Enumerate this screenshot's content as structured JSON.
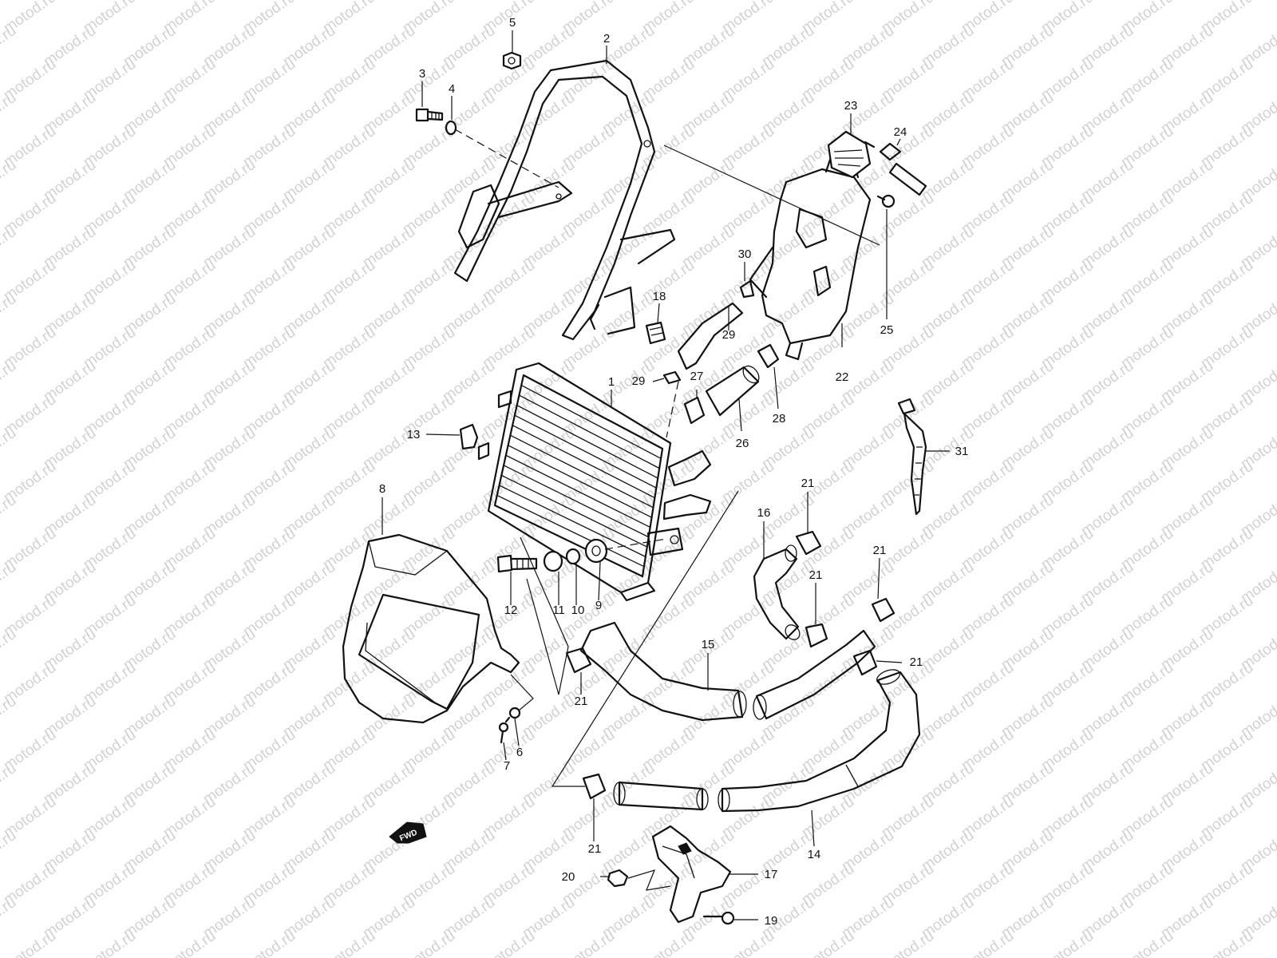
{
  "watermark": {
    "text": "motod.ru"
  },
  "fwd_badge": {
    "text": "FWD"
  },
  "callouts": [
    {
      "id": "c1",
      "text": "1"
    },
    {
      "id": "c2",
      "text": "2"
    },
    {
      "id": "c3",
      "text": "3"
    },
    {
      "id": "c4",
      "text": "4"
    },
    {
      "id": "c5",
      "text": "5"
    },
    {
      "id": "c6",
      "text": "6"
    },
    {
      "id": "c7",
      "text": "7"
    },
    {
      "id": "c8",
      "text": "8"
    },
    {
      "id": "c9",
      "text": "9"
    },
    {
      "id": "c10",
      "text": "10"
    },
    {
      "id": "c11",
      "text": "11"
    },
    {
      "id": "c12",
      "text": "12"
    },
    {
      "id": "c13",
      "text": "13"
    },
    {
      "id": "c14",
      "text": "14"
    },
    {
      "id": "c15",
      "text": "15"
    },
    {
      "id": "c16",
      "text": "16"
    },
    {
      "id": "c17",
      "text": "17"
    },
    {
      "id": "c18",
      "text": "18"
    },
    {
      "id": "c19",
      "text": "19"
    },
    {
      "id": "c20",
      "text": "20"
    },
    {
      "id": "c21a",
      "text": "21"
    },
    {
      "id": "c21b",
      "text": "21"
    },
    {
      "id": "c21c",
      "text": "21"
    },
    {
      "id": "c21d",
      "text": "21"
    },
    {
      "id": "c21e",
      "text": "21"
    },
    {
      "id": "c21f",
      "text": "21"
    },
    {
      "id": "c22",
      "text": "22"
    },
    {
      "id": "c23",
      "text": "23"
    },
    {
      "id": "c24",
      "text": "24"
    },
    {
      "id": "c25",
      "text": "25"
    },
    {
      "id": "c26",
      "text": "26"
    },
    {
      "id": "c27a",
      "text": "27"
    },
    {
      "id": "c27b",
      "text": "27"
    },
    {
      "id": "c28",
      "text": "28"
    },
    {
      "id": "c29",
      "text": "29"
    },
    {
      "id": "c30",
      "text": "30"
    },
    {
      "id": "c31",
      "text": "31"
    }
  ]
}
